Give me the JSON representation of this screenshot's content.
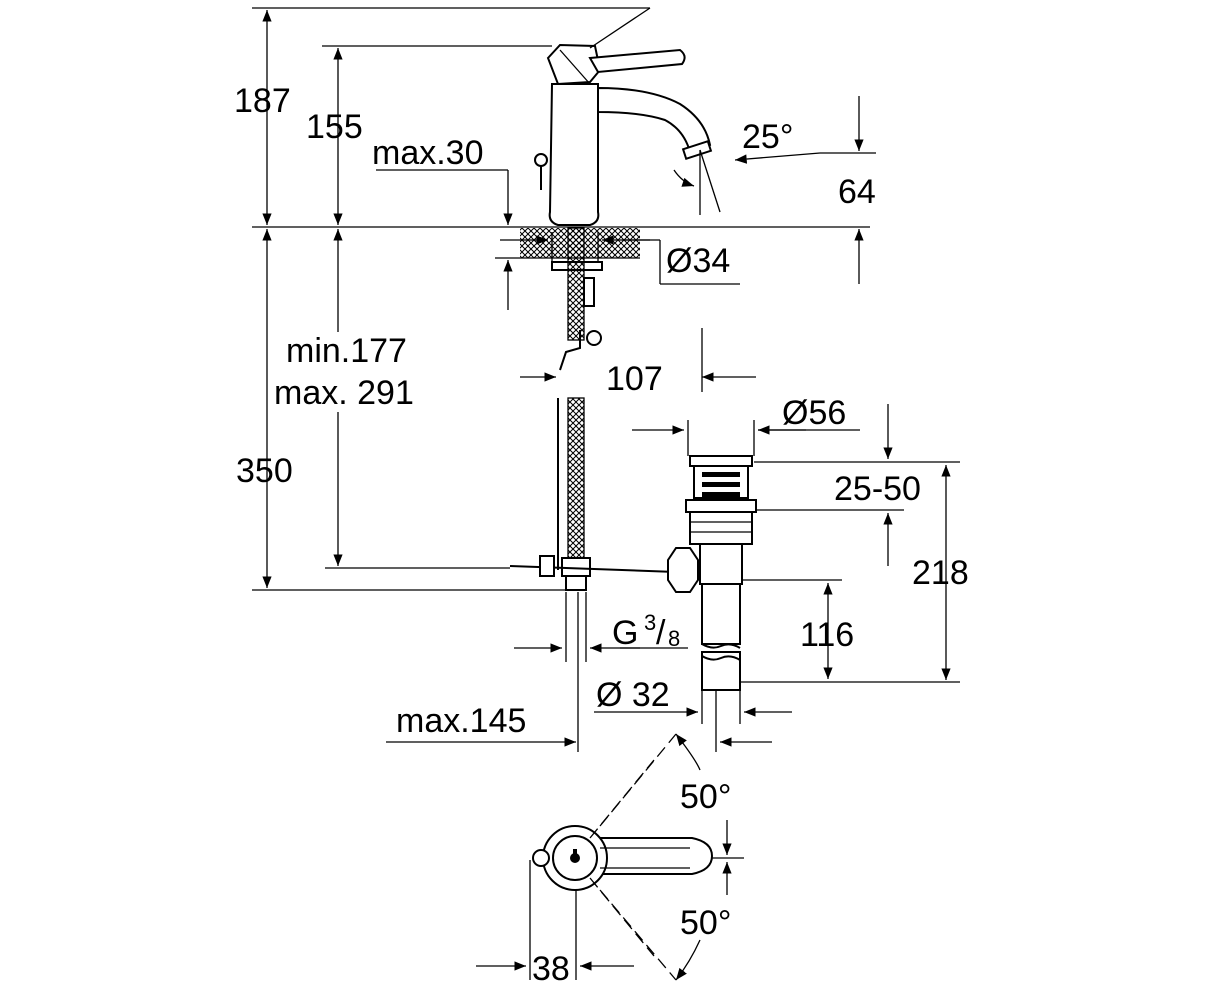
{
  "dimensions": {
    "overall_height": "187",
    "spout_height": "155",
    "max_deck": "max.30",
    "aerator_angle": "25°",
    "spout_clearance": "64",
    "hole_diameter": "Ø34",
    "deck_range_min": "min.177",
    "deck_range_max": "max. 291",
    "base_depth": "350",
    "waste_offset": "107",
    "waste_diameter": "Ø56",
    "waste_thickness": "25-50",
    "waste_length": "218",
    "tail_length": "116",
    "connection_g": "G",
    "connection_num": "3",
    "connection_den": "8",
    "tail_diameter": "Ø 32",
    "max_reach": "max.145",
    "lever_angle_top": "50°",
    "lever_angle_bottom": "50°",
    "base_width": "38"
  }
}
